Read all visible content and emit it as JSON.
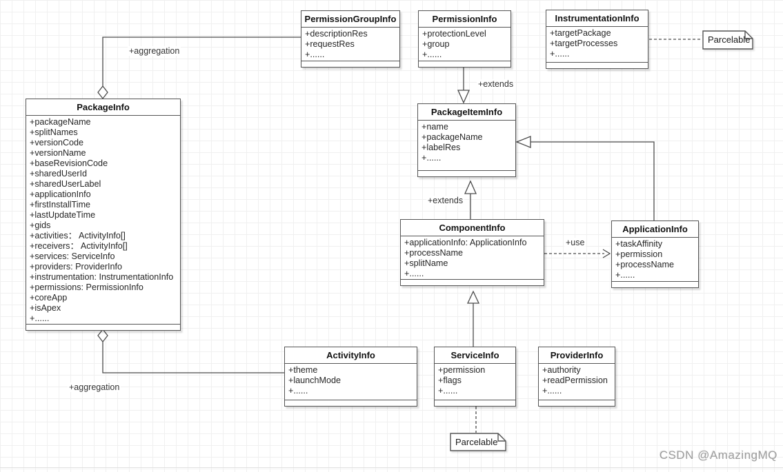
{
  "diagram": {
    "type": "uml-class-diagram",
    "watermark": "CSDN @AmazingMQ",
    "classes": {
      "permissionGroupInfo": {
        "name": "PermissionGroupInfo",
        "attributes": [
          "+descriptionRes",
          "+requestRes",
          "+......"
        ]
      },
      "permissionInfo": {
        "name": "PermissionInfo",
        "attributes": [
          "+protectionLevel",
          "+group",
          "+......"
        ]
      },
      "instrumentationInfo": {
        "name": "InstrumentationInfo",
        "attributes": [
          "+targetPackage",
          "+targetProcesses",
          "+......"
        ]
      },
      "packageInfo": {
        "name": "PackageInfo",
        "attributes": [
          "+packageName",
          "+splitNames",
          "+versionCode",
          "+versionName",
          "+baseRevisionCode",
          "+sharedUserId",
          "+sharedUserLabel",
          "+applicationInfo",
          "+firstInstallTime",
          "+lastUpdateTime",
          "+gids",
          "+activities： ActivityInfo[]",
          "+receivers： ActivityInfo[]",
          "+services: ServiceInfo",
          "+providers: ProviderInfo",
          "+instrumentation: InstrumentationInfo",
          "+permissions: PermissionInfo",
          "+coreApp",
          "+isApex",
          "+......"
        ]
      },
      "packageItemInfo": {
        "name": "PackageItemInfo",
        "attributes": [
          "+name",
          "+packageName",
          "+labelRes",
          "+......"
        ]
      },
      "componentInfo": {
        "name": "ComponentInfo",
        "attributes": [
          "+applicationInfo: ApplicationInfo",
          "+processName",
          "+splitName",
          "+......"
        ]
      },
      "applicationInfo": {
        "name": "ApplicationInfo",
        "attributes": [
          "+taskAffinity",
          "+permission",
          "+processName",
          "+......"
        ]
      },
      "activityInfo": {
        "name": "ActivityInfo",
        "attributes": [
          "+theme",
          "+launchMode",
          "+......"
        ]
      },
      "serviceInfo": {
        "name": "ServiceInfo",
        "attributes": [
          "+permission",
          "+flags",
          "+......"
        ]
      },
      "providerInfo": {
        "name": "ProviderInfo",
        "attributes": [
          "+authority",
          "+readPermission",
          "+......"
        ]
      }
    },
    "notes": {
      "parcelableTop": "Parcelable",
      "parcelableBottom": "Parcelable"
    },
    "relationships": [
      {
        "from": "PackageInfo",
        "to": "PermissionGroupInfo",
        "type": "aggregation",
        "label": "+aggregation"
      },
      {
        "from": "PermissionInfo",
        "to": "PackageItemInfo",
        "type": "generalization",
        "label": "+extends"
      },
      {
        "from": "ComponentInfo",
        "to": "PackageItemInfo",
        "type": "generalization",
        "label": "+extends"
      },
      {
        "from": "ApplicationInfo",
        "to": "PackageItemInfo",
        "type": "generalization",
        "label": ""
      },
      {
        "from": "ComponentInfo",
        "to": "ApplicationInfo",
        "type": "dependency",
        "label": "+use"
      },
      {
        "from": "ServiceInfo",
        "to": "ComponentInfo",
        "type": "generalization",
        "label": ""
      },
      {
        "from": "PackageInfo",
        "to": "ActivityInfo",
        "type": "aggregation",
        "label": "+aggregation"
      },
      {
        "from": "InstrumentationInfo",
        "to": "Parcelable",
        "type": "dashed-link",
        "label": ""
      },
      {
        "from": "ServiceInfo",
        "to": "Parcelable",
        "type": "dashed-link",
        "label": ""
      }
    ],
    "colors": {
      "stroke": "#4a4a4a",
      "grid": "#f0f0f0",
      "text": "#262626",
      "watermark": "#9c9c9c"
    }
  }
}
